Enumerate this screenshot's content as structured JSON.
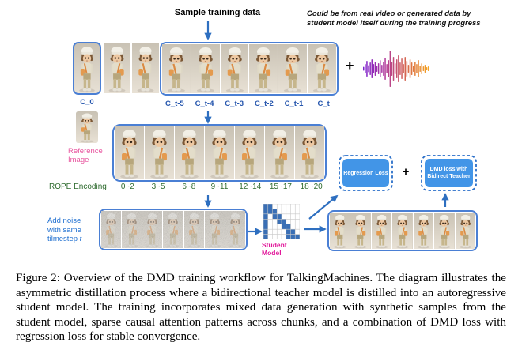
{
  "header": {
    "sample_label": "Sample training data",
    "note_line1": "Could be from real video or generated data by",
    "note_line2": "student model itself during the training progress"
  },
  "row1": {
    "c0_label": "C_0",
    "chunk_labels": [
      "C_t-5",
      "C_t-4",
      "C_t-3",
      "C_t-2",
      "C_t-1",
      "C_t"
    ],
    "plus": "+"
  },
  "reference": {
    "line1": "Reference",
    "line2": "Image"
  },
  "rope": {
    "label": "ROPE Encoding",
    "ranges": [
      "0~2",
      "3~5",
      "6~8",
      "9~11",
      "12~14",
      "15~17",
      "18~20"
    ]
  },
  "noise": {
    "line1": "Add noise",
    "line2": "with same",
    "line3a": "tilmestep",
    "line3b": "t"
  },
  "student": {
    "line1": "Student",
    "line2": "Model"
  },
  "losses": {
    "regression": "Regression Loss",
    "plus": "+",
    "dmd_line1": "DMD loss with",
    "dmd_line2": "Bidirect Teacher"
  },
  "caption": "Figure 2: Overview of the DMD training workflow for TalkingMachines. The diagram illustrates the asymmetric distillation process where a bidirectional teacher model is distilled into an autoregressive student model. The training incorporates mixed data generation with synthetic samples from the student model, sparse causal attention patterns across chunks, and a combination of DMD loss with regression loss for stable convergence.",
  "colors": {
    "frame_border": "#4a7fd4",
    "arrow": "#2e6fc0",
    "label_blue": "#2757ae",
    "rope_green": "#2e6b2e",
    "noise_blue": "#1f6fd0",
    "pink": "#e8559f",
    "magenta": "#e1189a",
    "loss_fill": "#4295e7",
    "loss_border": "#2a6fc9",
    "grid_cell": "#3a6fb5"
  },
  "waveform": {
    "bars": [
      5,
      12,
      20,
      9,
      16,
      24,
      12,
      18,
      8,
      14,
      22,
      10,
      18,
      28,
      12,
      22,
      46,
      18,
      30,
      14,
      24,
      34,
      16,
      26,
      12,
      30,
      20,
      10,
      24,
      16,
      8,
      18,
      12,
      22,
      8,
      14,
      6,
      10,
      4,
      6
    ],
    "gradient": [
      "#7a1fd0",
      "#b13a9a",
      "#d96a4a",
      "#f5a623"
    ]
  },
  "attention_grid": {
    "cols": 8,
    "rows": 7,
    "filled": [
      [
        0,
        0
      ],
      [
        1,
        0
      ],
      [
        2,
        0
      ],
      [
        3,
        0
      ],
      [
        4,
        0
      ],
      [
        5,
        0
      ],
      [
        6,
        0
      ],
      [
        0,
        1
      ],
      [
        1,
        1
      ],
      [
        1,
        2
      ],
      [
        2,
        2
      ],
      [
        2,
        3
      ],
      [
        3,
        3
      ],
      [
        3,
        4
      ],
      [
        4,
        4
      ],
      [
        4,
        5
      ],
      [
        5,
        5
      ],
      [
        5,
        6
      ],
      [
        6,
        5
      ],
      [
        6,
        6
      ],
      [
        6,
        7
      ]
    ]
  },
  "frame_rows": {
    "row1_loose": 2,
    "row1_group": 6,
    "row2": 7,
    "row3": 7,
    "row4": 7
  }
}
